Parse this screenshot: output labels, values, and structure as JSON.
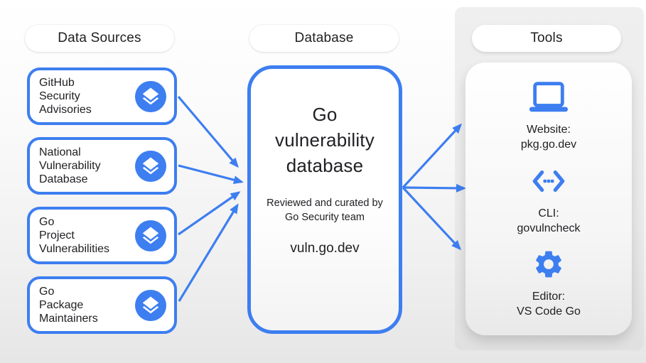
{
  "colors": {
    "accent_blue": "#3d7ef0",
    "text_dark": "#202124",
    "panel_gray": "#eaeaea"
  },
  "columns": {
    "data_sources": {
      "header": "Data Sources",
      "items": [
        {
          "icon": "layers-icon",
          "lines": [
            "GitHub",
            "Security",
            "Advisories"
          ]
        },
        {
          "icon": "layers-icon",
          "lines": [
            "National",
            "Vulnerability",
            "Database"
          ]
        },
        {
          "icon": "layers-icon",
          "lines": [
            "Go",
            "Project",
            "Vulnerabilities"
          ]
        },
        {
          "icon": "layers-icon",
          "lines": [
            "Go",
            "Package",
            "Maintainers"
          ]
        }
      ]
    },
    "database": {
      "header": "Database",
      "title": "Go vulnerability database",
      "subtitle": "Reviewed and curated by Go Security team",
      "url": "vuln.go.dev"
    },
    "tools": {
      "header": "Tools",
      "items": [
        {
          "icon": "laptop-icon",
          "lines": [
            "Website:",
            "pkg.go.dev"
          ]
        },
        {
          "icon": "code-icon",
          "lines": [
            "CLI:",
            "govulncheck"
          ]
        },
        {
          "icon": "gear-icon",
          "lines": [
            "Editor:",
            "VS Code Go"
          ]
        }
      ]
    }
  }
}
